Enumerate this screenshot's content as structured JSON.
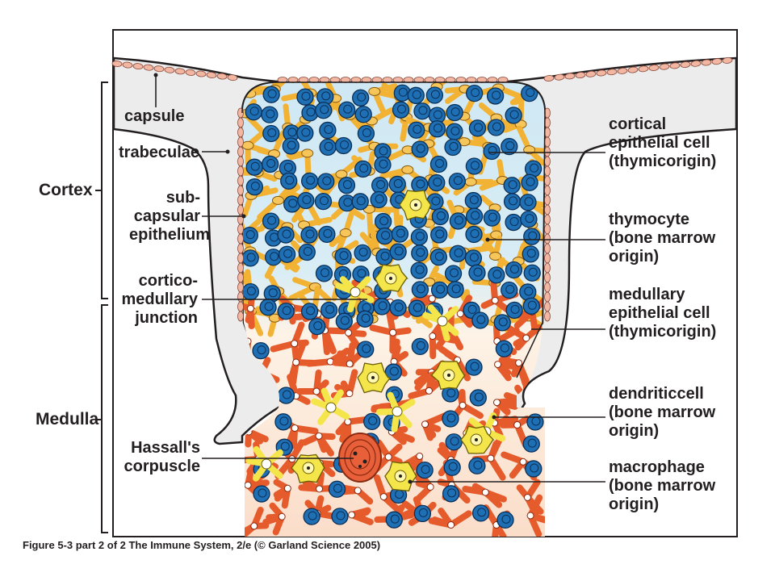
{
  "labels": {
    "capsule": "capsule",
    "trabeculae": "trabeculae",
    "subcapsular": [
      "sub-",
      "capsular",
      "epithelium"
    ],
    "corticomedullary": [
      "cortico-",
      "medullary",
      "junction"
    ],
    "hassall": [
      "Hassall's",
      "corpuscle"
    ],
    "cortical_epithelial": [
      "cortical",
      "epithelial cell",
      "(thymicorigin)"
    ],
    "thymocyte": [
      "thymocyte",
      "(bone marrow",
      "origin)"
    ],
    "medullary_epithelial": [
      "medullary",
      "epithelial cell",
      "(thymicorigin)"
    ],
    "dendritic": [
      "dendriticcell",
      "(bone marrow",
      "origin)"
    ],
    "macrophage": [
      "macrophage",
      "(bone marrow",
      "origin)"
    ]
  },
  "regions": {
    "cortex": "Cortex",
    "medulla": "Medulla"
  },
  "caption": "Figure 5-3 part 2 of 2  The Immune System, 2/e (© Garland Science 2005)",
  "colors": {
    "thymocyte": "#1f6fb5",
    "cortical_epithelial": "#f2b233",
    "medullary_epithelial": "#e55b2b",
    "macrophage": "#f4e64a",
    "cortex_bg": "#cfe8f4",
    "medulla_bg": "#fbe6d6",
    "capsule_cell": "#f1b7a3"
  }
}
